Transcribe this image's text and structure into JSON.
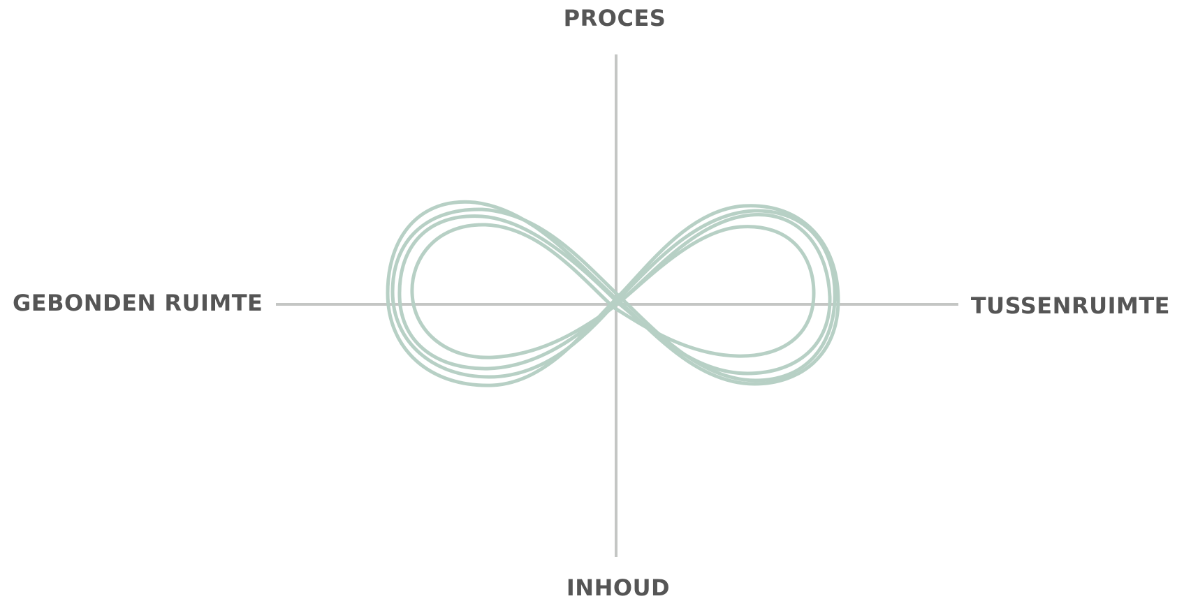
{
  "labels": {
    "top": "PROCES",
    "bottom": "INHOUD",
    "left": "GEBONDEN RUIMTE",
    "right": "TUSSENRUIMTE"
  },
  "colors": {
    "axis": "#c4c6c4",
    "infinity": "#b7d0c5",
    "text": "#555555"
  }
}
